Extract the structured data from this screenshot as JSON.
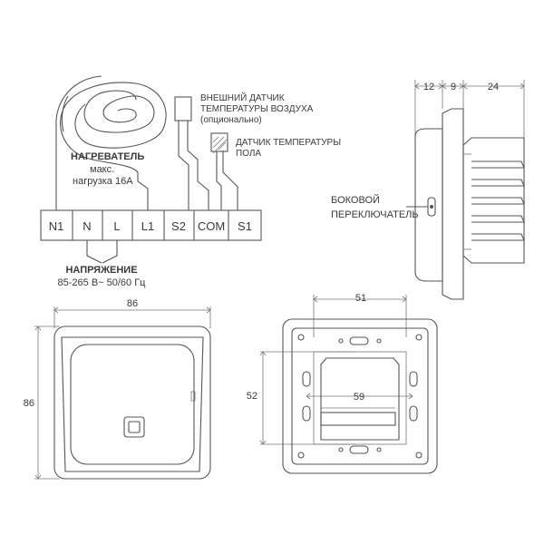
{
  "wiring": {
    "heater_title": "НАГРЕВАТЕЛЬ",
    "heater_max": "макс.",
    "heater_load": "нагрузка 16А",
    "air_sensor_line1": "ВНЕШНИЙ ДАТЧИК",
    "air_sensor_line2": "ТЕМПЕРАТУРЫ ВОЗДУХА",
    "air_sensor_line3": "(опционально)",
    "floor_sensor_line1": "ДАТЧИК ТЕМПЕРАТУРЫ",
    "floor_sensor_line2": "ПОЛА",
    "terminals": [
      "N1",
      "N",
      "L",
      "L1",
      "S2",
      "COM",
      "S1"
    ],
    "voltage_title": "НАПРЯЖЕНИЕ",
    "voltage_value": "85-265 В~ 50/60 Гц"
  },
  "side_view": {
    "dim_12": "12",
    "dim_9": "9",
    "dim_24": "24",
    "switch_line1": "БОКОВОЙ",
    "switch_line2": "ПЕРЕКЛЮЧАТЕЛЬ"
  },
  "front_view": {
    "width": "86",
    "height": "86"
  },
  "back_view": {
    "dim_51": "51",
    "dim_52": "52",
    "dim_59": "59"
  }
}
